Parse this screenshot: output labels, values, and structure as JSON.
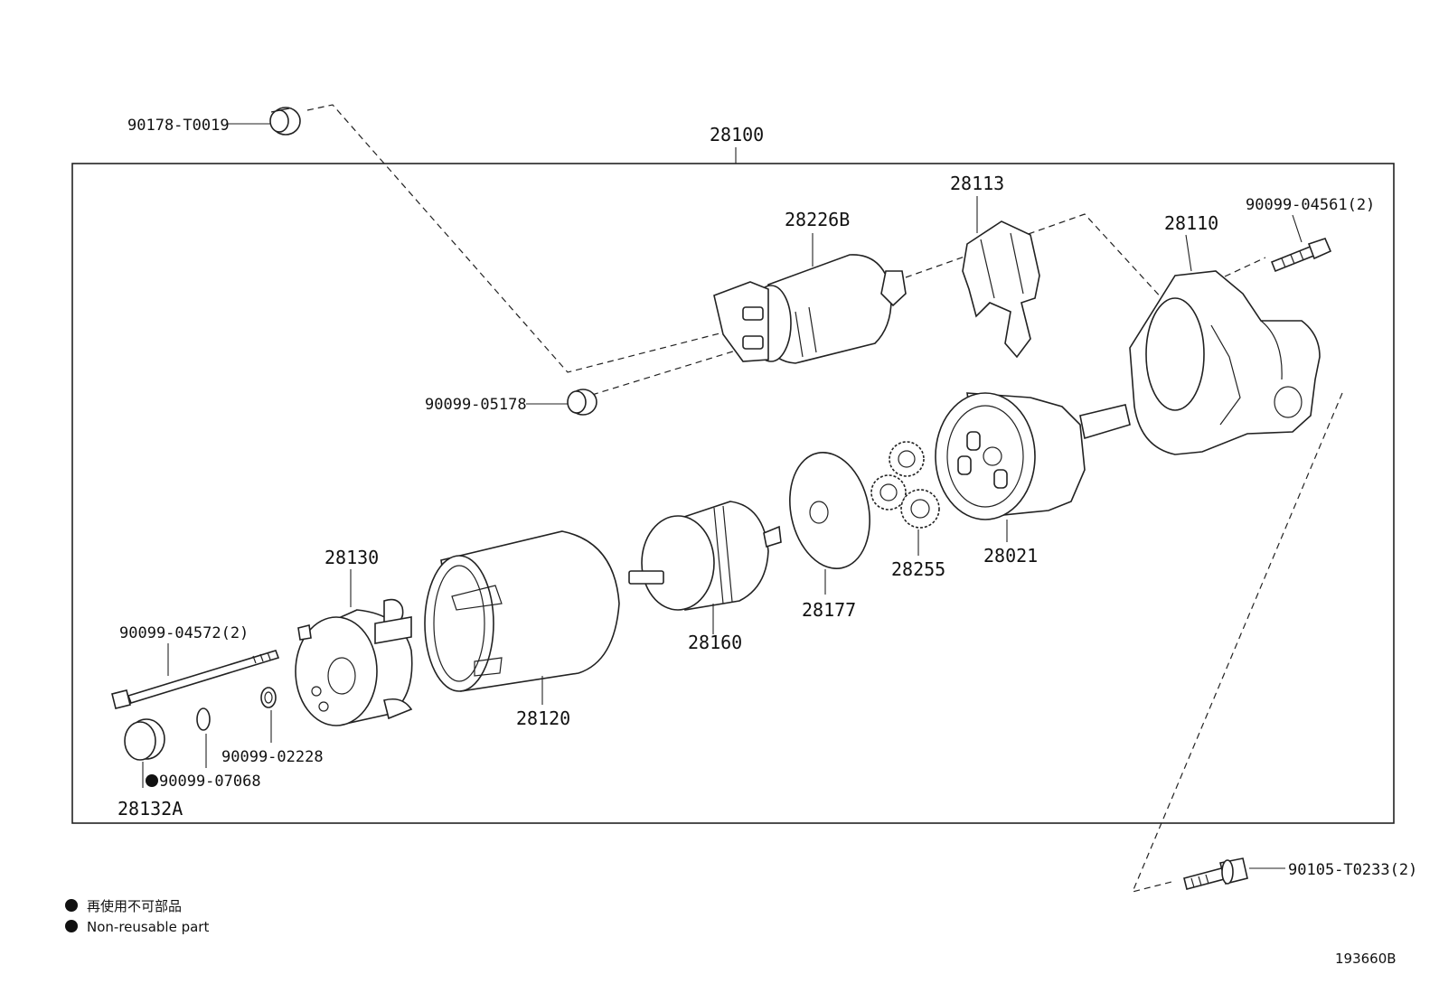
{
  "diagram_id": "193660B",
  "labels": {
    "assembly": "28100",
    "l_90178": "90178-T0019",
    "l_28226b": "28226B",
    "l_28113": "28113",
    "l_28110": "28110",
    "l_90099_04561": "90099-04561(2)",
    "l_90099_05178": "90099-05178",
    "l_28130": "28130",
    "l_28120": "28120",
    "l_28160": "28160",
    "l_28177": "28177",
    "l_28255": "28255",
    "l_28021": "28021",
    "l_90099_04572": "90099-04572(2)",
    "l_90099_02228": "90099-02228",
    "l_90099_07068": "90099-07068",
    "l_28132a": "28132A",
    "l_90105": "90105-T0233(2)"
  },
  "legend": {
    "jp": "再使用不可部品",
    "en": "Non-reusable part"
  }
}
